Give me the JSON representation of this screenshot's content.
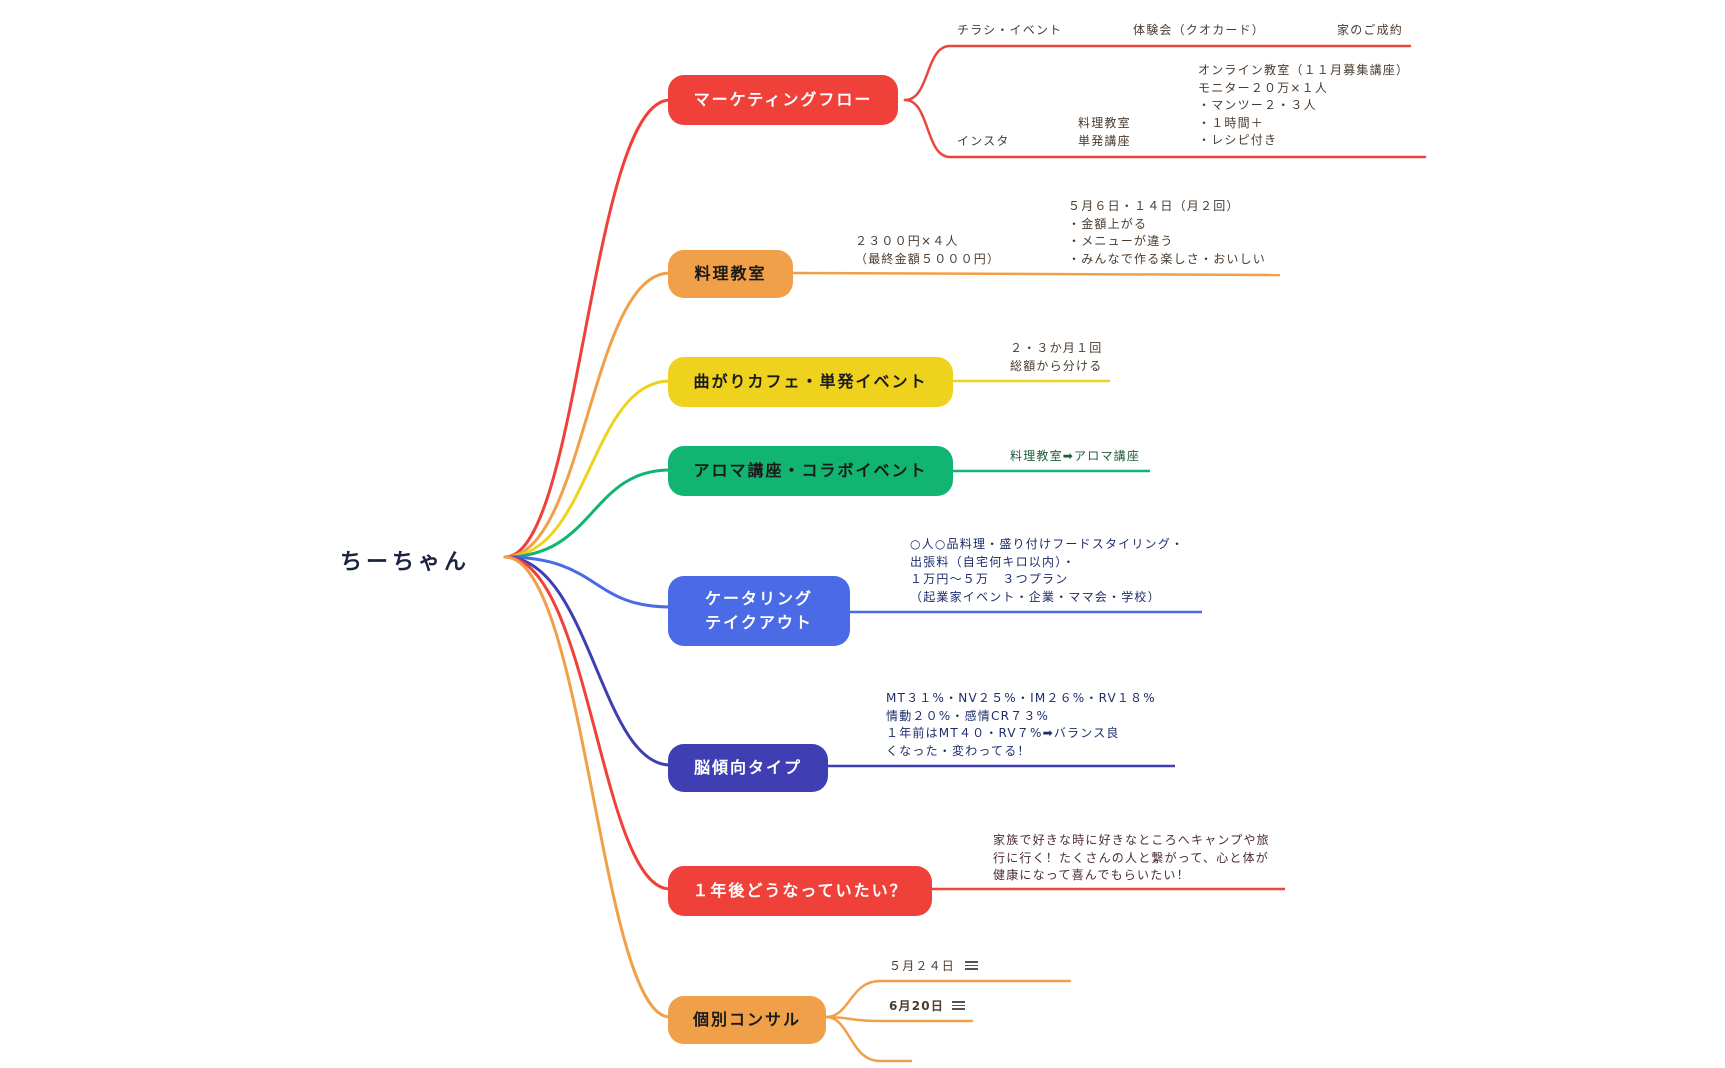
{
  "root": {
    "label": "ちーちゃん"
  },
  "colors": {
    "red": "#f0403a",
    "orange": "#f0a048",
    "yellow": "#efd21e",
    "green": "#12b472",
    "blue": "#4a6ae6",
    "indigo": "#3f3fb3",
    "link_red": "#e8473d",
    "link_orange": "#f0a048"
  },
  "branches": [
    {
      "id": "marketing",
      "label": "マーケティングフロー",
      "notes": {
        "flyer": "チラシ・イベント",
        "trial": "体験会（クオカード）",
        "contract": "家のご成約",
        "insta": "インスタ",
        "cooking_single": "料理教室\n単発講座",
        "online": "オンライン教室（１１月募集講座）\nモニター２０万×１人\n・マンツー２・３人\n・１時間＋\n・レシピ付き"
      }
    },
    {
      "id": "cooking",
      "label": "料理教室",
      "notes": {
        "price": "２３００円×４人\n（最終金額５０００円）",
        "dates": "５月６日・１４日（月２回）\n・金額上がる\n・メニューが違う\n・みんなで作る楽しさ・おいしい"
      }
    },
    {
      "id": "cafe",
      "label": "曲がりカフェ・単発イベント",
      "notes": {
        "freq": "２・３か月１回\n総額から分ける"
      }
    },
    {
      "id": "aroma",
      "label": "アロマ講座・コラボイベント",
      "notes": {
        "flow": "料理教室➡アロマ講座"
      }
    },
    {
      "id": "catering",
      "label": "ケータリング\nテイクアウト",
      "notes": {
        "detail": "○人○品料理・盛り付けフードスタイリング・\n出張料（自宅何キロ以内）・\n１万円〜５万　３つプラン\n（起業家イベント・企業・ママ会・学校）"
      }
    },
    {
      "id": "brain",
      "label": "脳傾向タイプ",
      "notes": {
        "detail": "MT３１%・NV２５%・IM２６%・RV１８%\n情動２０%・感情CR７３%\n１年前はMT４０・RV７%➡バランス良\nくなった・変わってる！"
      }
    },
    {
      "id": "future",
      "label": "１年後どうなっていたい？",
      "notes": {
        "detail": "家族で好きな時に好きなところへキャンプや旅\n行に行く！たくさんの人と繋がって、心と体が\n健康になって喜んでもらいたい！"
      }
    },
    {
      "id": "consult",
      "label": "個別コンサル",
      "notes": {
        "date1": "５月２４日",
        "date2": "6月20日"
      }
    }
  ]
}
